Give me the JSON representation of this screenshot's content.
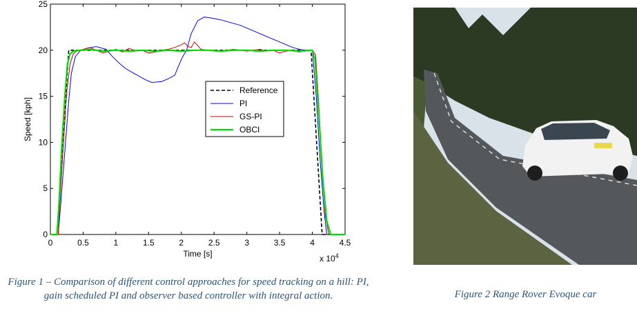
{
  "chart_data": {
    "type": "line",
    "xlabel": "Time [s]",
    "ylabel": "Speed [kph]",
    "x_multiplier_label": "x 10",
    "x_multiplier_exponent": "4",
    "xlim": [
      0,
      4.5
    ],
    "ylim": [
      0,
      25
    ],
    "xticks": [
      0,
      0.5,
      1,
      1.5,
      2,
      2.5,
      3,
      3.5,
      4,
      4.5
    ],
    "xtick_labels": [
      "0",
      "0.5",
      "1",
      "1.5",
      "2",
      "2.5",
      "3",
      "3.5",
      "4",
      "4.5"
    ],
    "yticks": [
      0,
      5,
      10,
      15,
      20,
      25
    ],
    "ytick_labels": [
      "0",
      "5",
      "10",
      "15",
      "20",
      "25"
    ],
    "grid": false,
    "legend_position": "center-right",
    "series": [
      {
        "name": "Reference",
        "color": "#000000",
        "dash": "dashed",
        "x": [
          0,
          0.1,
          0.28,
          3.98,
          4.15,
          4.3
        ],
        "y": [
          0,
          0,
          20,
          20,
          0,
          0
        ]
      },
      {
        "name": "PI",
        "color": "#0000ff",
        "dash": "solid",
        "x": [
          0,
          0.12,
          0.16,
          0.22,
          0.28,
          0.32,
          0.38,
          0.45,
          0.55,
          0.7,
          0.85,
          0.95,
          1.05,
          1.15,
          1.25,
          1.35,
          1.45,
          1.55,
          1.7,
          1.8,
          1.9,
          1.97,
          2.02,
          2.08,
          2.15,
          2.25,
          2.35,
          2.45,
          2.6,
          2.75,
          2.9,
          3.0,
          3.1,
          3.2,
          3.3,
          3.4,
          3.5,
          3.6,
          3.7,
          3.8,
          3.9,
          4.0,
          4.06,
          4.12,
          4.18,
          4.22,
          4.5
        ],
        "y": [
          0,
          0,
          3.5,
          9,
          14.5,
          17.5,
          19.3,
          19.9,
          20.2,
          20.4,
          20.1,
          19.3,
          18.6,
          18.0,
          17.6,
          17.2,
          16.8,
          16.5,
          16.6,
          16.9,
          17.3,
          18.5,
          19.3,
          20.0,
          21.8,
          23.2,
          23.6,
          23.5,
          23.3,
          23.0,
          22.7,
          22.4,
          22.1,
          21.8,
          21.5,
          21.2,
          20.9,
          20.6,
          20.3,
          20.1,
          20.0,
          20.0,
          15.0,
          8.0,
          2.5,
          0,
          0
        ]
      },
      {
        "name": "GS-PI",
        "color": "#cc0000",
        "dash": "solid",
        "x": [
          0,
          0.12,
          0.15,
          0.2,
          0.25,
          0.3,
          0.35,
          0.4,
          0.5,
          0.6,
          0.7,
          0.8,
          0.9,
          1.0,
          1.1,
          1.2,
          1.3,
          1.4,
          1.5,
          1.6,
          1.7,
          1.8,
          1.9,
          2.0,
          2.05,
          2.1,
          2.15,
          2.2,
          2.25,
          2.3,
          2.4,
          2.5,
          2.6,
          2.7,
          2.8,
          2.9,
          3.0,
          3.1,
          3.2,
          3.3,
          3.4,
          3.5,
          3.6,
          3.7,
          3.8,
          3.9,
          4.0,
          4.05,
          4.1,
          4.15,
          4.2,
          4.25,
          4.5
        ],
        "y": [
          0,
          0,
          4.0,
          10.0,
          15.5,
          18.5,
          19.6,
          19.9,
          20.1,
          20.3,
          20.0,
          19.7,
          19.9,
          20.1,
          19.8,
          20.2,
          19.9,
          20.0,
          19.7,
          19.8,
          20.0,
          20.1,
          20.3,
          20.6,
          20.8,
          20.4,
          20.3,
          20.9,
          20.5,
          20.1,
          20.0,
          20.0,
          19.9,
          20.0,
          20.1,
          20.0,
          19.9,
          20.0,
          20.1,
          19.9,
          20.0,
          19.7,
          19.9,
          20.0,
          19.8,
          20.0,
          20.0,
          19.5,
          14.0,
          7.0,
          2.0,
          0,
          0
        ]
      },
      {
        "name": "OBCI",
        "color": "#00dd00",
        "dash": "solid",
        "x": [
          0,
          0.1,
          0.13,
          0.17,
          0.22,
          0.26,
          0.3,
          0.35,
          0.45,
          0.6,
          0.8,
          1.0,
          1.2,
          1.4,
          1.6,
          1.8,
          2.0,
          2.2,
          2.4,
          2.6,
          2.8,
          3.0,
          3.2,
          3.4,
          3.6,
          3.8,
          4.0,
          4.04,
          4.1,
          4.16,
          4.22,
          4.28,
          4.5
        ],
        "y": [
          0,
          0,
          3.0,
          9.0,
          15.0,
          18.5,
          19.6,
          19.9,
          20.0,
          20.1,
          19.9,
          20.0,
          19.9,
          20.0,
          19.9,
          20.0,
          19.9,
          20.0,
          20.0,
          19.9,
          20.0,
          20.0,
          19.9,
          20.0,
          20.0,
          19.9,
          20.0,
          19.0,
          13.0,
          6.0,
          1.5,
          0,
          0
        ]
      }
    ]
  },
  "captions": {
    "figure1": "Figure 1 – Comparison of different control approaches for speed tracking on a hill: PI, gain scheduled PI and observer based controller with integral action.",
    "figure2": "Figure 2 Range Rover Evoque car"
  },
  "photo": {
    "sky_color": "#d9e2e8",
    "tree_color": "#2c3a24",
    "road_color": "#55585b",
    "car_color": "#f2f2f2"
  }
}
